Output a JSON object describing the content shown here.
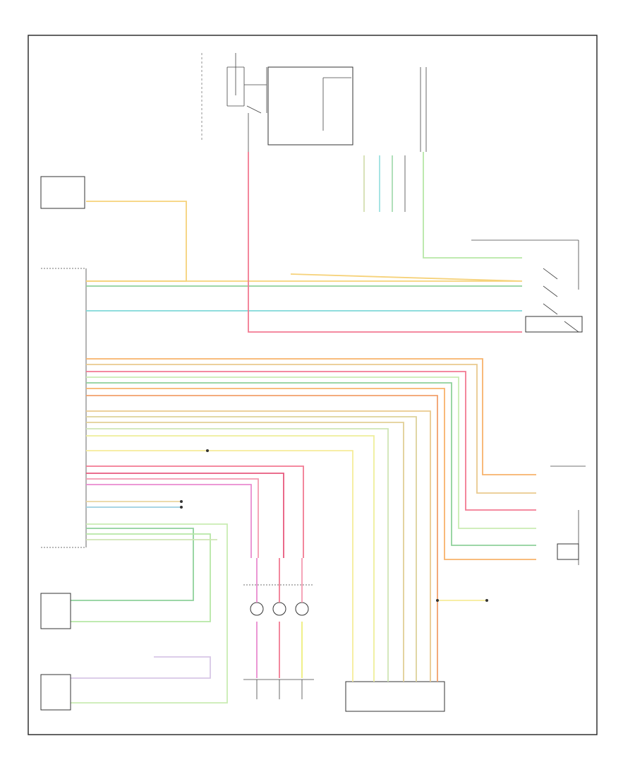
{
  "diagram": {
    "corner_code": "",
    "wire_colors": {
      "yellow": "#f6d27a",
      "green": "#8fd19b",
      "lightgreen": "#b6e7a5",
      "cyan": "#7fd8d8",
      "pink": "#f27a92",
      "orange": "#f7b26b",
      "tan": "#e9c98e",
      "paleyellow": "#eeee9a",
      "magenta": "#e98ad0",
      "lightgreen2": "#c9ecb2",
      "violet": "#c7a2e0"
    },
    "components": [
      {
        "id": "clutch-switch",
        "label": ""
      },
      {
        "id": "power-train-module",
        "label": ""
      },
      {
        "id": "ignition-switch-top",
        "label": ""
      },
      {
        "id": "fuse-top-right",
        "label": ""
      },
      {
        "id": "junction-right",
        "label": ""
      },
      {
        "id": "right-connector",
        "label": ""
      },
      {
        "id": "output-speed-sensor",
        "label": ""
      },
      {
        "id": "input-speed-sensor",
        "label": ""
      },
      {
        "id": "speed-control-switch",
        "label": ""
      },
      {
        "id": "instrument-cluster",
        "label": ""
      },
      {
        "id": "ground-right",
        "label": ""
      }
    ]
  }
}
